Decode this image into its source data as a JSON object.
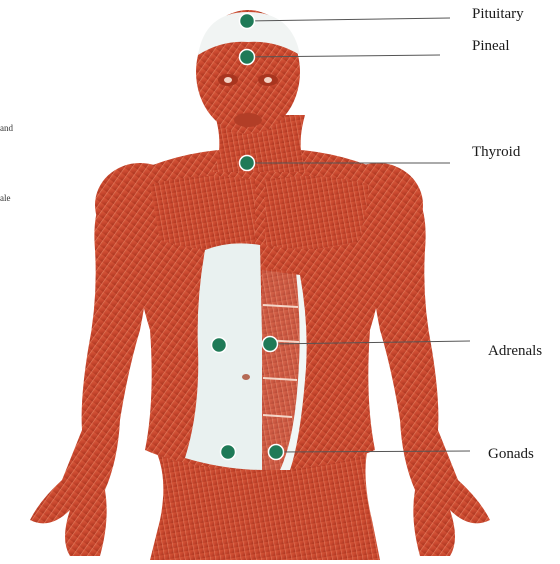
{
  "labels": {
    "pituitary": "Pituitary",
    "pineal": "Pineal",
    "thyroid": "Thyroid",
    "adrenals": "Adrenals",
    "gonads": "Gonads"
  },
  "left_fragments": {
    "top": "and",
    "bottom": "ale"
  },
  "colors": {
    "muscle": "#c9482f",
    "muscle_light": "#e9876a",
    "muscle_dark": "#8e2a1b",
    "skin_light": "#eef4f3",
    "marker": "#1f7a57",
    "leader_line": "#555555"
  }
}
